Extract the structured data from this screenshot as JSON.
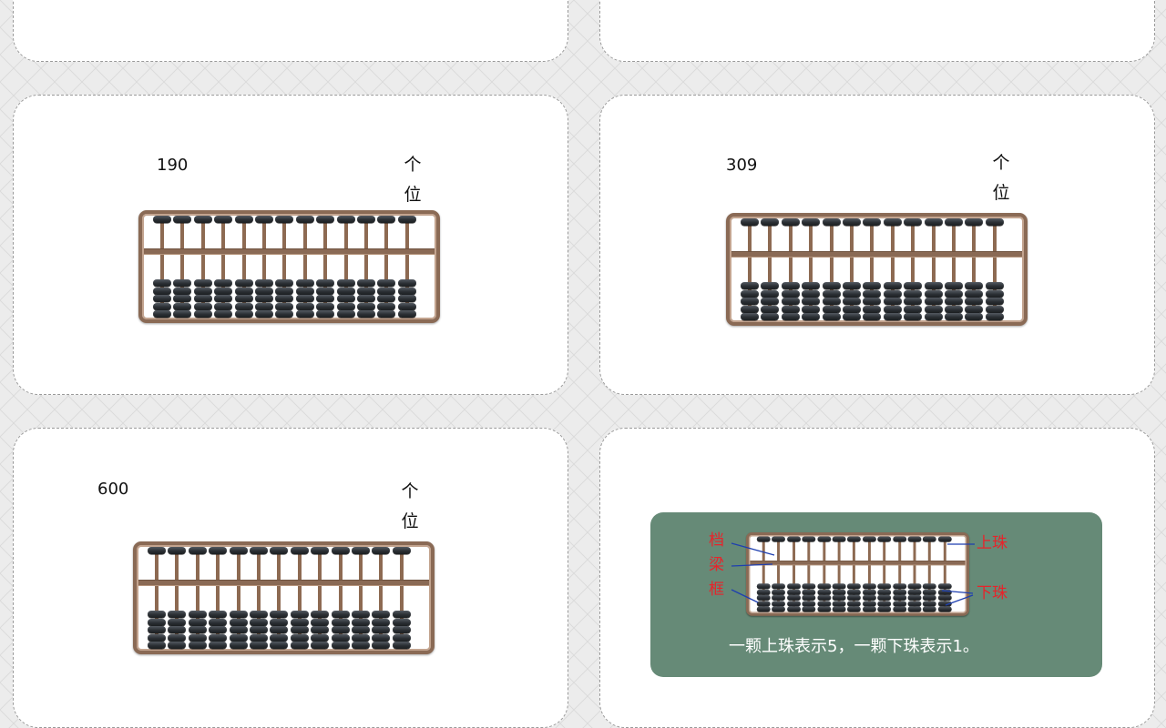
{
  "slides": [
    {
      "number": "190",
      "place": "个位"
    },
    {
      "number": "309",
      "place": "个位"
    },
    {
      "number": "600",
      "place": "个位"
    }
  ],
  "legend": {
    "labels": {
      "dang": "档",
      "liang": "梁",
      "kuang": "框",
      "upper_bead": "上珠",
      "lower_bead": "下珠"
    },
    "caption": "一颗上珠表示5，一颗下珠表示1。",
    "panel_color": "#668a77",
    "label_color": "#e8232a",
    "leader_color": "#1e3fb0"
  },
  "abacus": {
    "rods": 13,
    "upper_beads_per_rod": 1,
    "lower_beads_per_rod": 5
  }
}
